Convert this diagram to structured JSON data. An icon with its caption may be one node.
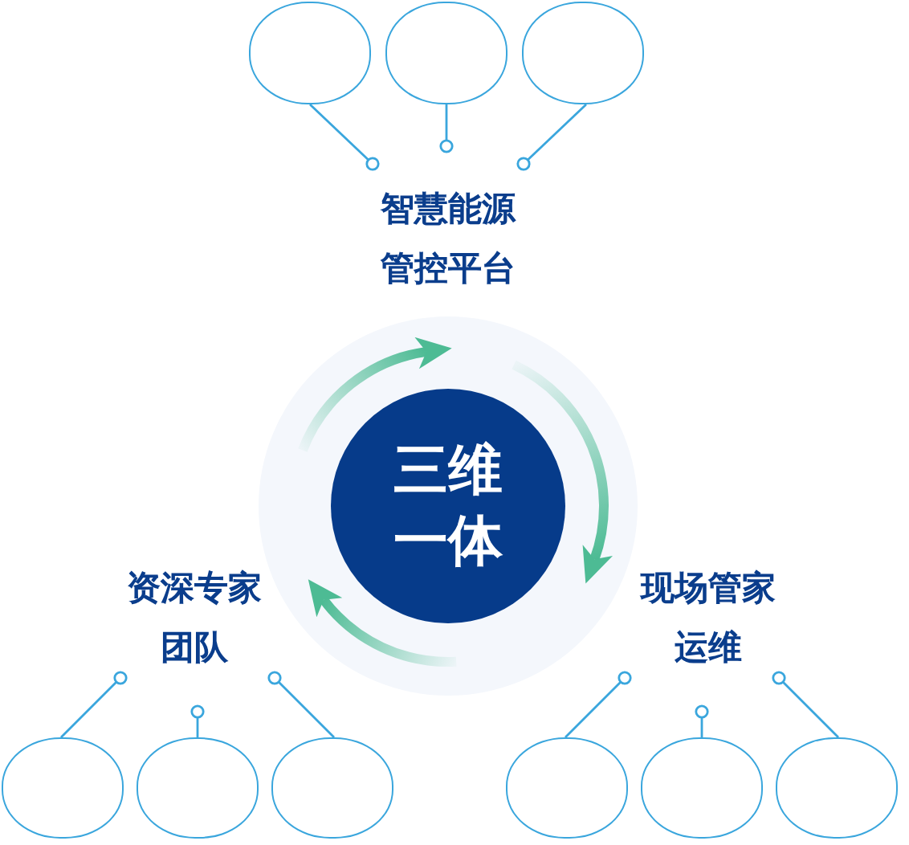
{
  "diagram": {
    "nodes": [
      {
        "text": [
          "三维一体"
        ]
      },
      {
        "text": [
          "智慧能源管控平台"
        ]
      },
      {
        "text": [
          "资深专家团队"
        ]
      },
      {
        "text": [
          "现场管家运维"
        ]
      },
      {
        "text": [],
        "shape": "circle"
      },
      {
        "text": [],
        "shape": "circle"
      },
      {
        "text": [],
        "shape": "circle"
      },
      {
        "text": [],
        "shape": "circle"
      },
      {
        "text": [],
        "shape": "circle"
      },
      {
        "text": [],
        "shape": "circle"
      },
      {
        "text": [],
        "shape": "circle"
      },
      {
        "text": [],
        "shape": "circle"
      },
      {
        "text": [],
        "shape": "circle"
      }
    ],
    "edges": [
      {
        "from": 4,
        "to": 1,
        "arrow": "other"
      },
      {
        "from": 5,
        "to": 1,
        "arrow": "other"
      },
      {
        "from": 6,
        "to": 1,
        "arrow": "other"
      },
      {
        "from": 7,
        "to": 2,
        "arrow": "other"
      },
      {
        "from": 8,
        "to": 2,
        "arrow": "other"
      },
      {
        "from": 9,
        "to": 2,
        "arrow": "other"
      },
      {
        "from": 10,
        "to": 3,
        "arrow": "other"
      },
      {
        "from": 11,
        "to": 3,
        "arrow": "other"
      },
      {
        "from": 12,
        "to": 3,
        "arrow": "other"
      }
    ]
  }
}
